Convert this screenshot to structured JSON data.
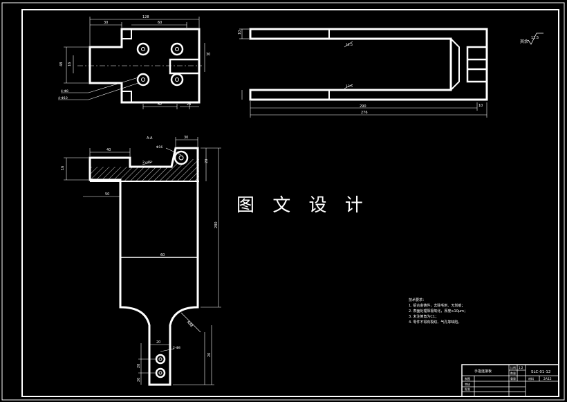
{
  "watermark": "图 文 设 计",
  "views": {
    "top": {
      "dims": [
        "128",
        "30",
        "60",
        "16",
        "30",
        "62",
        "26",
        "48"
      ],
      "callouts": [
        "4-Φ8 ",
        "4-Φ10"
      ]
    },
    "side": {
      "dims": [
        "10",
        "290",
        "276",
        "10"
      ],
      "roughness": [
        "12.5",
        "12.5"
      ]
    },
    "section": {
      "title": "A-A",
      "dims": [
        "40",
        "30",
        "16",
        "50",
        "60",
        "20",
        "2×45°",
        "280",
        "R48",
        "20",
        "20",
        "20",
        "20"
      ],
      "callouts": [
        "Φ16",
        "2-Φ8"
      ]
    }
  },
  "roughness_mark": {
    "label": "其余",
    "value": "12.5"
  },
  "notes": {
    "title": "技术要求：",
    "items": [
      "1. 铝合金铸件，去除毛刺、无划痕；",
      "2. 表面处理阳极氧化，厚度≥10μm；",
      "3. 未注倒角为C1；",
      "4. 零件不得有裂纹、气孔等缺陷。"
    ]
  },
  "title_block": {
    "part_name": "手指连接板",
    "scale": "1:2",
    "drawing_no": "SLC-01-12",
    "material": "2A12",
    "labels": [
      "制图",
      "审核",
      "批准",
      "比例",
      "数量",
      "重量",
      "材料"
    ]
  }
}
